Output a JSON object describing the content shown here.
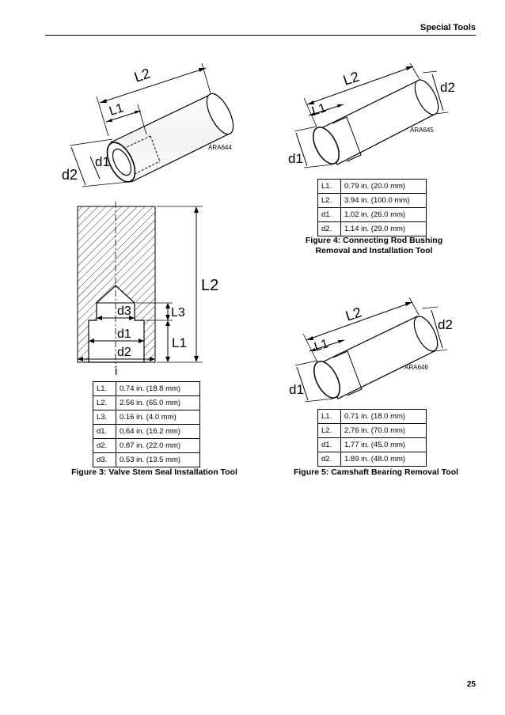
{
  "header": {
    "title": "Special Tools"
  },
  "figure3": {
    "label_L2_top": "L2",
    "label_L1_top": "L1",
    "label_d1_top": "d1",
    "label_d2_top": "d2",
    "code": "ARA644",
    "section_labels": {
      "L2": "L2",
      "L3": "L3",
      "L1": "L1",
      "d3": "d3",
      "d1": "d1",
      "d2": "d2",
      "i": "i"
    },
    "rows": [
      [
        "L1.",
        "0.74 in. (18.8 mm)"
      ],
      [
        "L2.",
        "2.56 in. (65.0 mm)"
      ],
      [
        "L3.",
        "0.16 in. (4.0 mm)"
      ],
      [
        "d1.",
        "0.64 in. (16.2 mm)"
      ],
      [
        "d2.",
        "0.87 in. (22.0 mm)"
      ],
      [
        "d3.",
        "0.53 in. (13.5 mm)"
      ]
    ],
    "caption": "Figure 3: Valve Stem Seal Installation Tool"
  },
  "figure4": {
    "label_L2": "L2",
    "label_L1": "L1",
    "label_d1": "d1",
    "label_d2": "d2",
    "code": "ARA645",
    "rows": [
      [
        "L1.",
        "0.79 in. (20.0 mm)"
      ],
      [
        "L2.",
        "3.94 in. (100.0 mm)"
      ],
      [
        "d1.",
        "1.02 in. (26.0 mm)"
      ],
      [
        "d2.",
        "1.14 in. (29.0 mm)"
      ]
    ],
    "caption_line1": "Figure 4: Connecting Rod Bushing",
    "caption_line2": "Removal and Installation Tool"
  },
  "figure5": {
    "label_L2": "L2",
    "label_L1": "L1",
    "label_d1": "d1",
    "label_d2": "d2",
    "code": "ARA646",
    "rows": [
      [
        "L1.",
        "0.71 in. (18.0 mm)"
      ],
      [
        "L2.",
        "2.76 in. (70.0 mm)"
      ],
      [
        "d1.",
        "1.77 in. (45.0 mm)"
      ],
      [
        "d2.",
        "1.89 in. (48.0 mm)"
      ]
    ],
    "caption": "Figure 5: Camshaft Bearing Removal Tool"
  },
  "page_number": "25"
}
